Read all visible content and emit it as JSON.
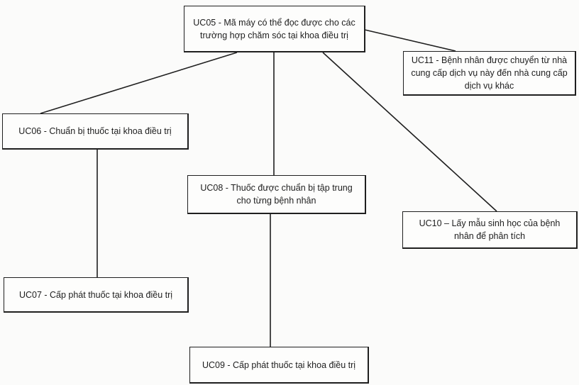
{
  "diagram": {
    "type": "use-case-hierarchy",
    "nodes": [
      {
        "id": "UC05",
        "label": "UC05 - Mã máy có thể đọc được cho các trường hợp chăm sóc tại khoa điều trị"
      },
      {
        "id": "UC11",
        "label": "UC11 - Bệnh nhân được chuyển từ nhà cung cấp dịch vụ này đến nhà cung cấp dịch vụ khác"
      },
      {
        "id": "UC06",
        "label": "UC06 - Chuẩn bị thuốc tại khoa điều trị"
      },
      {
        "id": "UC08",
        "label": "UC08 - Thuốc được chuẩn bị tập trung cho từng bệnh nhân"
      },
      {
        "id": "UC10",
        "label": "UC10 – Lấy mẫu sinh học của bệnh nhân để phân tích"
      },
      {
        "id": "UC07",
        "label": "UC07 - Cấp phát thuốc tại khoa điều trị"
      },
      {
        "id": "UC09",
        "label": "UC09 - Cấp phát thuốc tại khoa điều trị"
      }
    ],
    "edges": [
      {
        "from": "UC05",
        "to": "UC11"
      },
      {
        "from": "UC05",
        "to": "UC06"
      },
      {
        "from": "UC05",
        "to": "UC08"
      },
      {
        "from": "UC05",
        "to": "UC10"
      },
      {
        "from": "UC06",
        "to": "UC07"
      },
      {
        "from": "UC08",
        "to": "UC09"
      }
    ]
  }
}
